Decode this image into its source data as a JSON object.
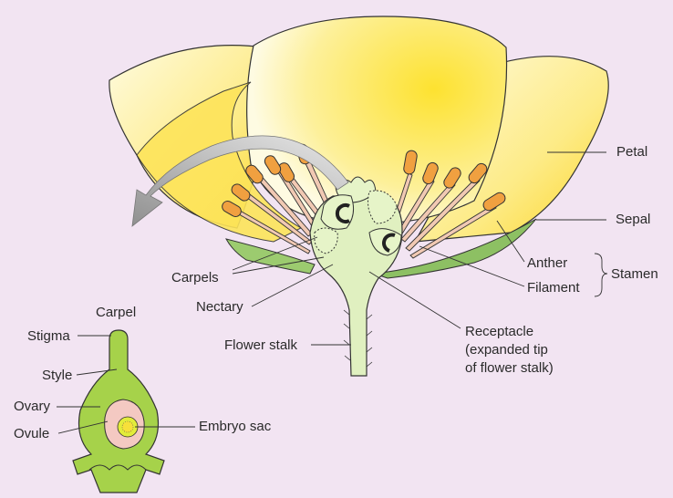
{
  "labels": {
    "petal": "Petal",
    "sepal": "Sepal",
    "anther": "Anther",
    "filament": "Filament",
    "stamen": "Stamen",
    "carpels": "Carpels",
    "nectary": "Nectary",
    "flower_stalk": "Flower stalk",
    "receptacle_line1": "Receptacle",
    "receptacle_line2": "(expanded tip",
    "receptacle_line3": "of flower stalk)",
    "carpel_title": "Carpel",
    "stigma": "Stigma",
    "style": "Style",
    "ovary": "Ovary",
    "ovule": "Ovule",
    "embryo_sac": "Embryo sac"
  },
  "colors": {
    "background": "#f2e4f2",
    "petal_light": "#fdf6c8",
    "petal_bright": "#fde23a",
    "sepal_green": "#8dc063",
    "stalk_green": "#e0f0c0",
    "carpel_green": "#a6d24a",
    "anther_orange": "#f0a040",
    "filament_pink": "#f1c9b3",
    "arrow_gray": "#a5a5a5"
  }
}
